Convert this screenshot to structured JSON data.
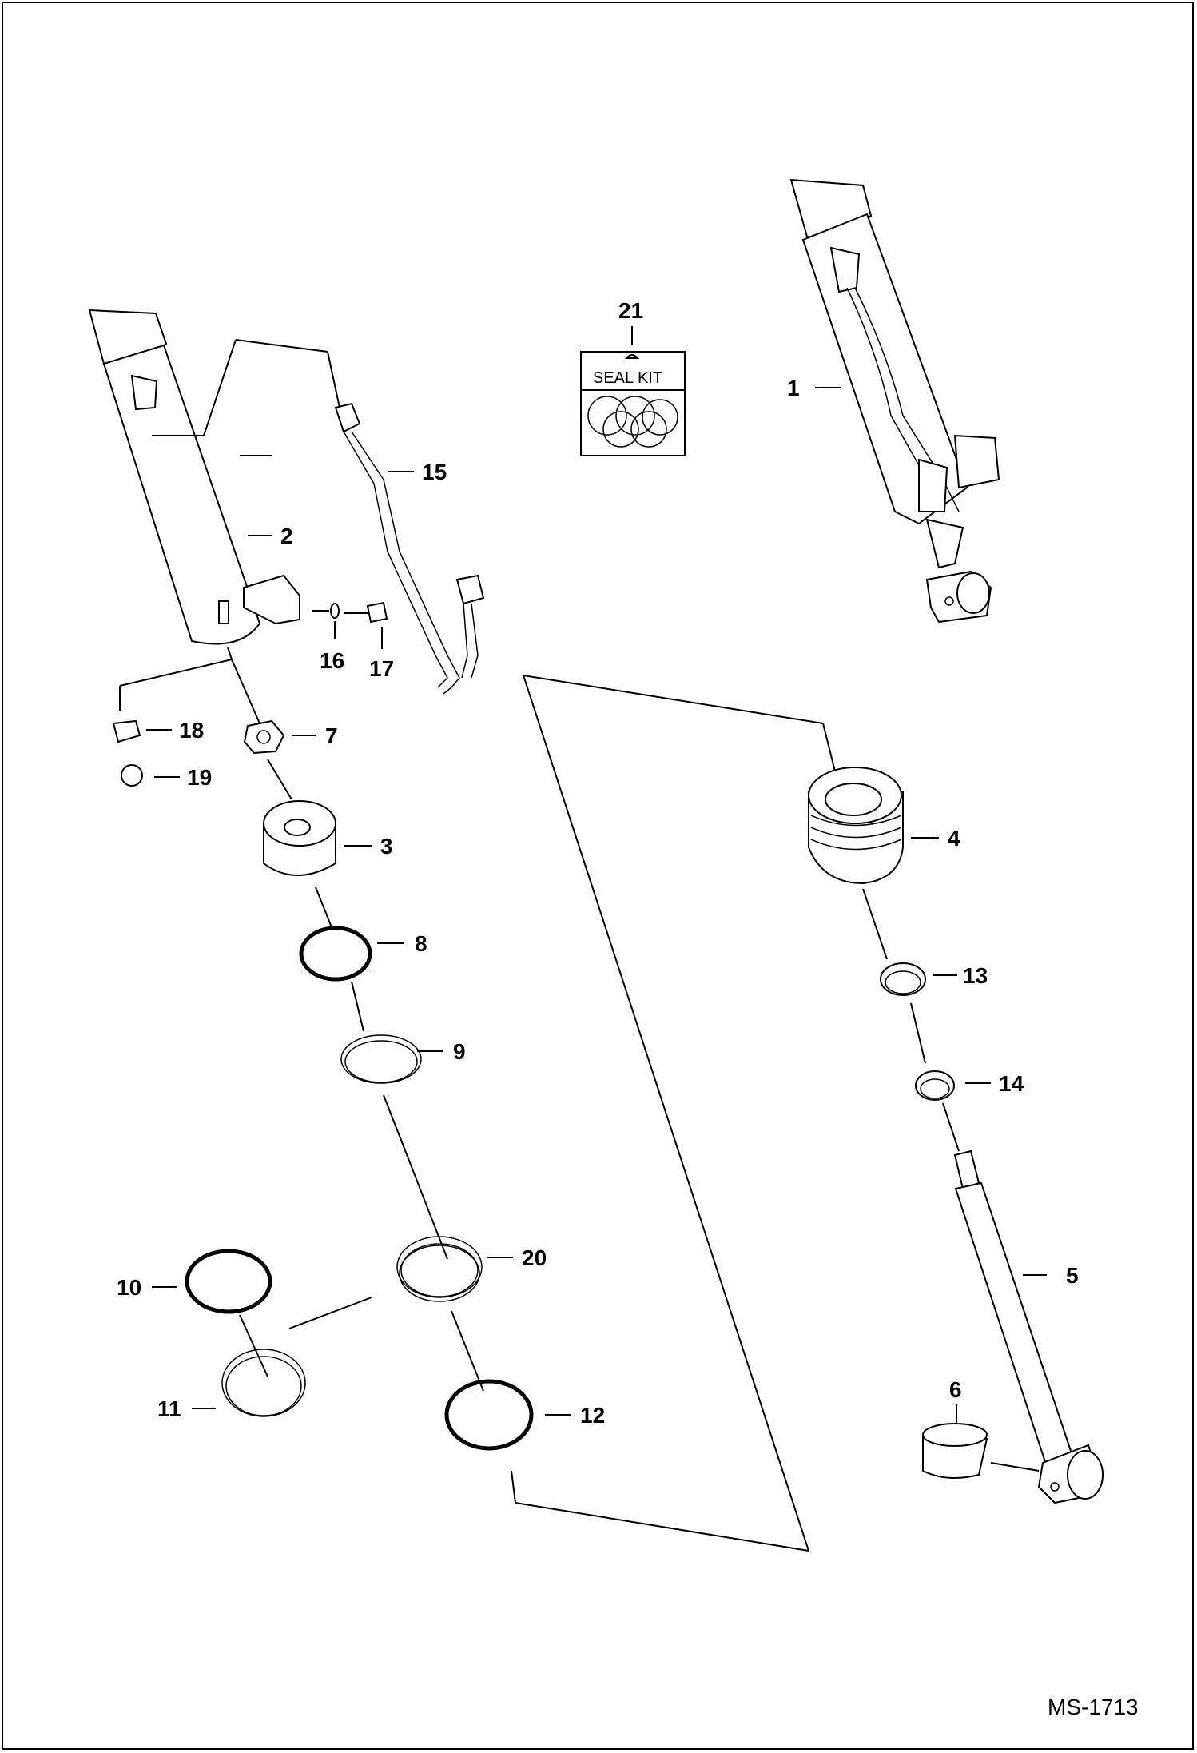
{
  "drawing_number": "MS-1713",
  "seal_kit_label": "SEAL KIT",
  "callouts": {
    "c1": "1",
    "c2": "2",
    "c3": "3",
    "c4": "4",
    "c5": "5",
    "c6": "6",
    "c7": "7",
    "c8": "8",
    "c9": "9",
    "c10": "10",
    "c11": "11",
    "c12": "12",
    "c13": "13",
    "c14": "14",
    "c15": "15",
    "c16": "16",
    "c17": "17",
    "c18": "18",
    "c19": "19",
    "c20": "20",
    "c21": "21"
  }
}
